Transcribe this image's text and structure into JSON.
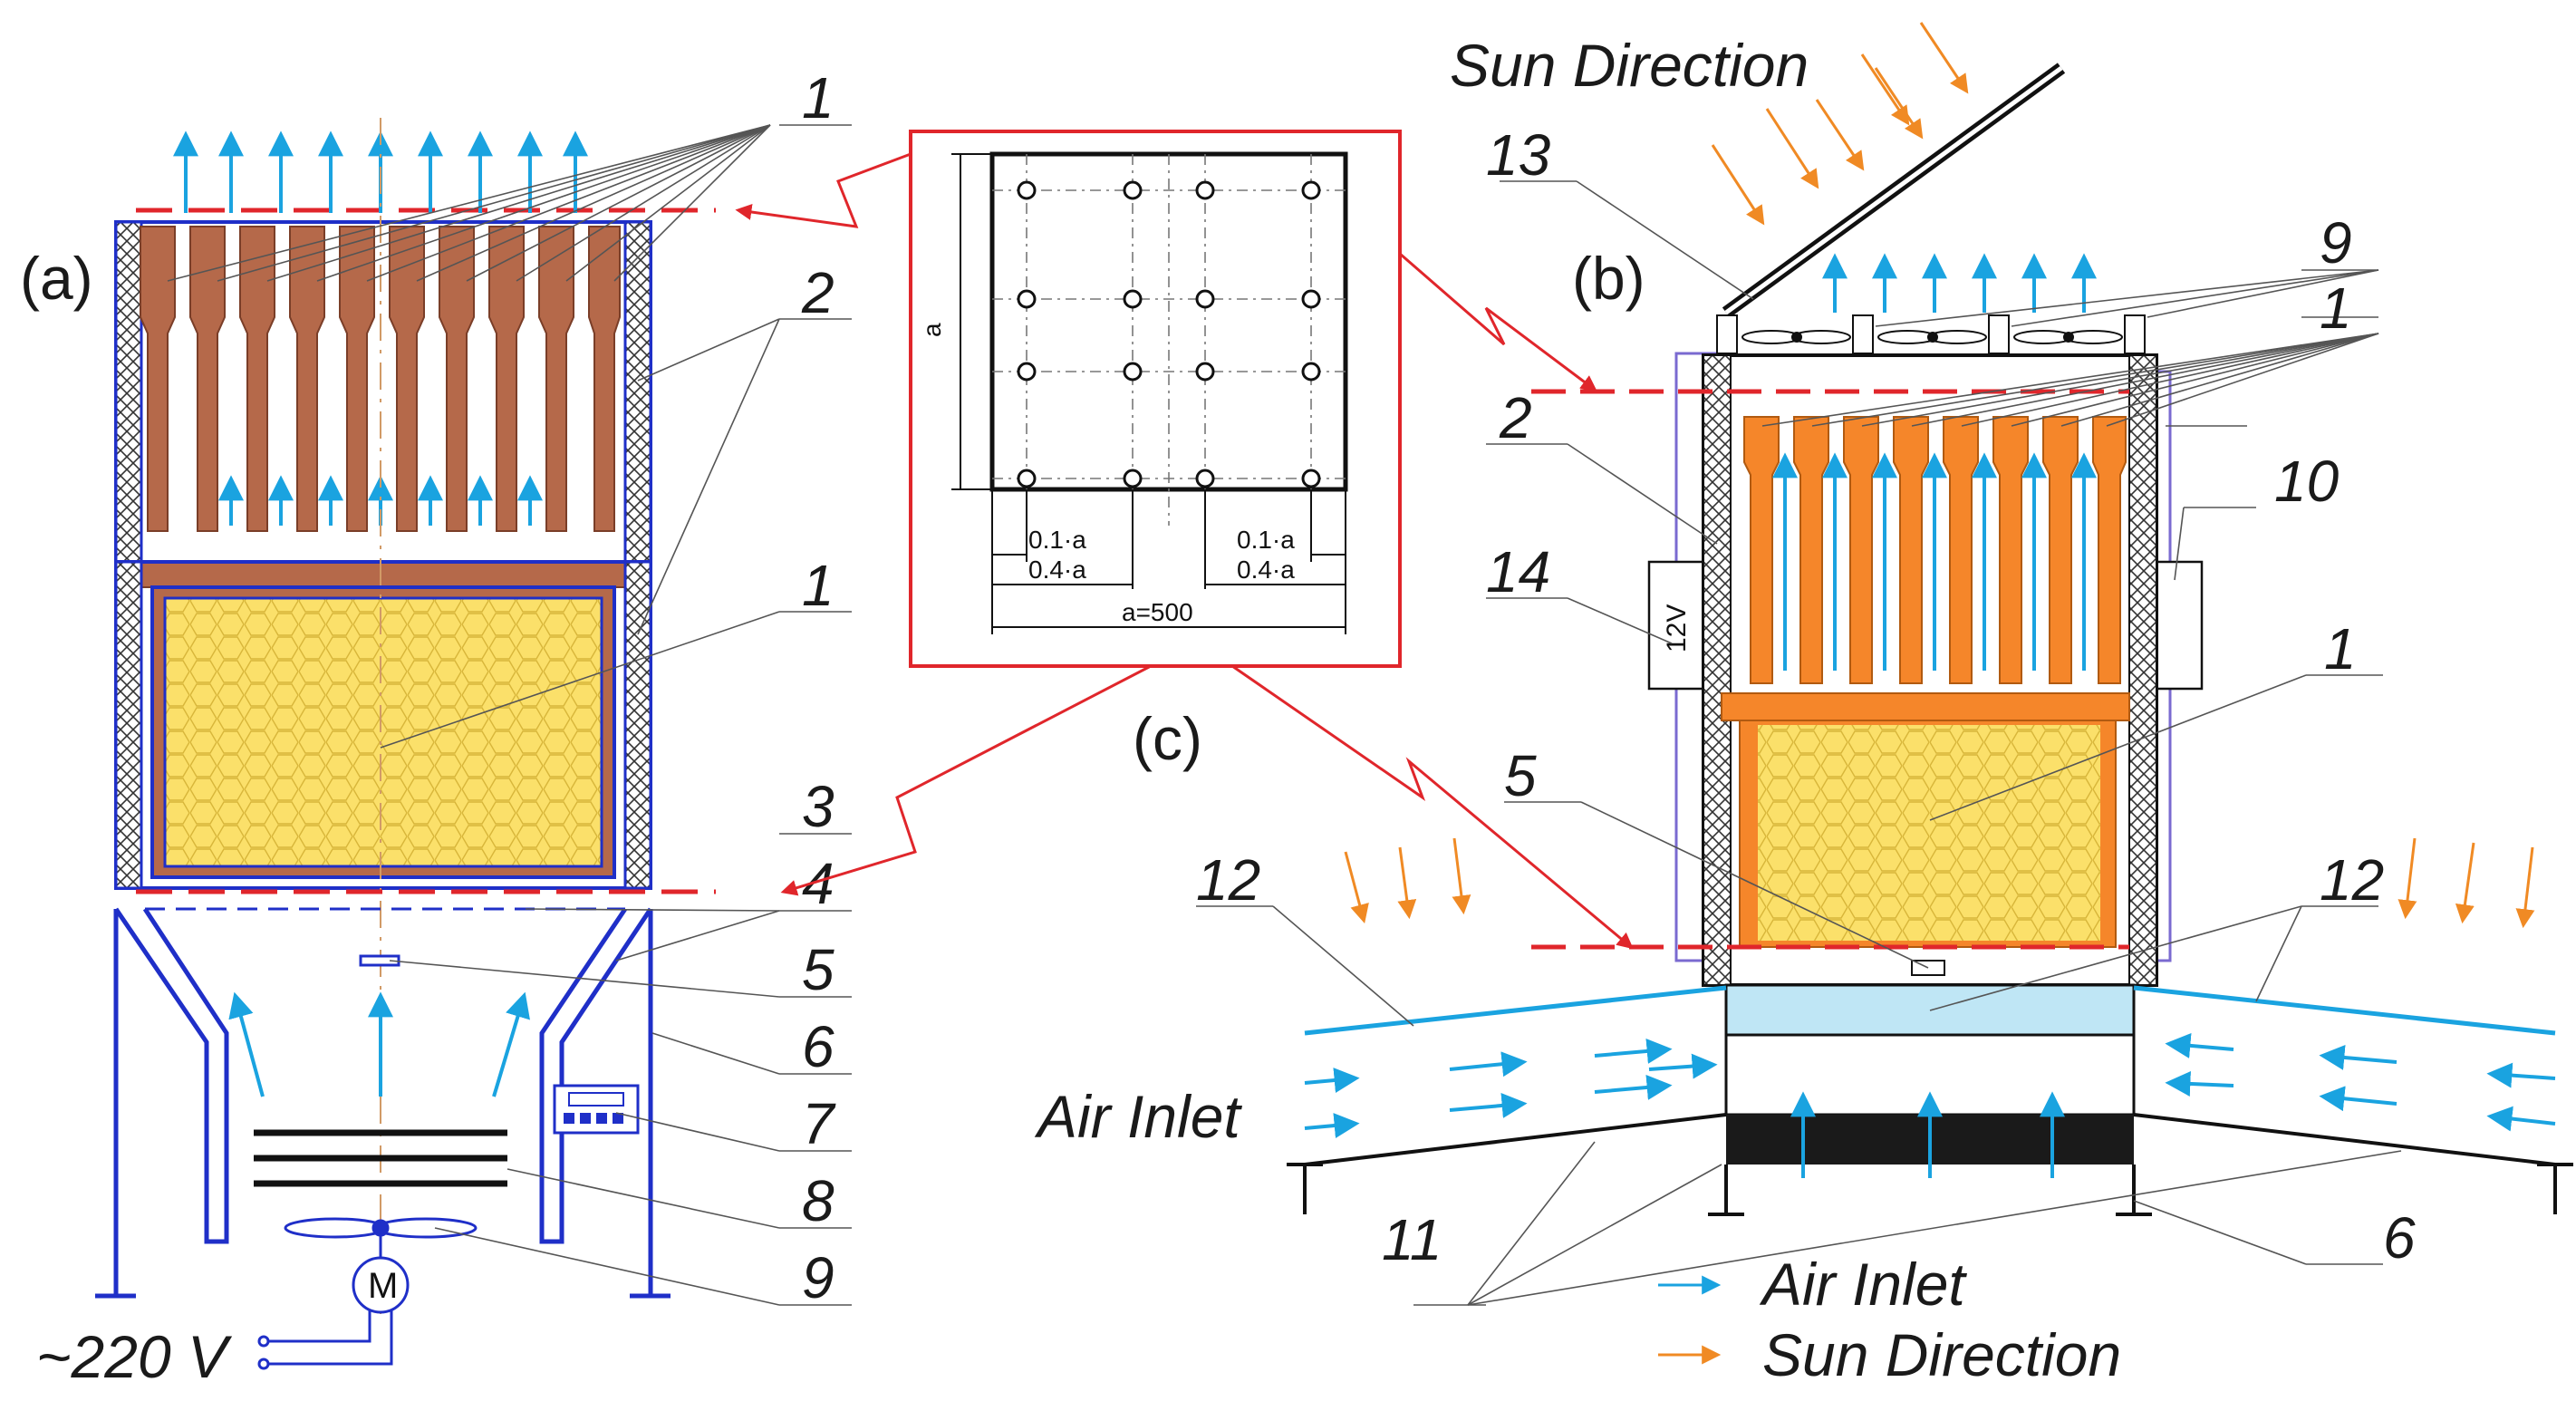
{
  "panels": {
    "a": "(a)",
    "b": "(b)",
    "c": "(c)"
  },
  "panel_a_numbers": {
    "n1_top": "1",
    "n2": "2",
    "n1_mid": "1",
    "n3": "3",
    "n4": "4",
    "n5": "5",
    "n6": "6",
    "n7": "7",
    "n8": "8",
    "n9": "9"
  },
  "panel_a_text": {
    "power": "~220 V",
    "motor": "M"
  },
  "panel_b_numbers": {
    "n13": "13",
    "n9": "9",
    "n1_top": "1",
    "n2": "2",
    "n10": "10",
    "n14": "14",
    "n1_mid": "1",
    "n5": "5",
    "n12_left": "12",
    "n12_right": "12",
    "n11": "11",
    "n6": "6"
  },
  "panel_b_text": {
    "sun_direction": "Sun Direction",
    "air_inlet": "Air Inlet",
    "battery": "12V"
  },
  "panel_c_dims": {
    "side": "a",
    "d1_left": "0.1·a",
    "d2_left": "0.4·a",
    "d1_right": "0.1·a",
    "d2_right": "0.4·a",
    "total": "a=500"
  },
  "legend": {
    "air_inlet": "Air Inlet",
    "sun_direction": "Sun Direction"
  },
  "colors": {
    "frame_blue": "#1f2fc8",
    "frame_red": "#e0262b",
    "air_arrow": "#1aa3e0",
    "sun_arrow": "#f08a24",
    "frame_brown": "#b5694a",
    "frame_orange": "#f5862a",
    "honeycomb_fill": "#fbe06a",
    "insulation": "#000000"
  }
}
